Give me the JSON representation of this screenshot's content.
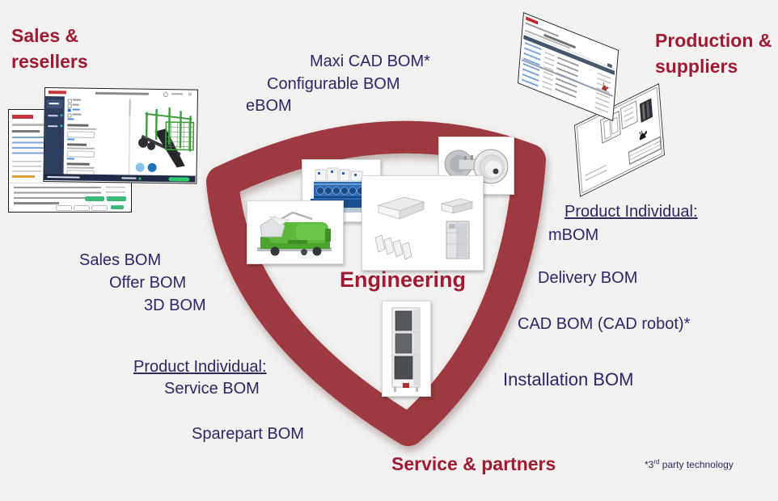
{
  "slide": {
    "headings": {
      "sales": [
        "Sales &",
        "resellers"
      ],
      "production": [
        "Production &",
        "suppliers"
      ],
      "engineering": "Engineering",
      "service": "Service & partners"
    },
    "labels": {
      "maxi_cad_bom": "Maxi CAD BOM*",
      "configurable_bom": "Configurable BOM",
      "ebom": "eBOM",
      "sales_bom": "Sales BOM",
      "offer_bom": "Offer BOM",
      "bom_3d": "3D BOM",
      "product_individual_left": "Product Individual:",
      "service_bom": "Service BOM",
      "sparepart_bom": "Sparepart BOM",
      "product_individual_right": "Product Individual:",
      "mbom": "mBOM",
      "delivery_bom": "Delivery BOM",
      "cad_bom_robot": "CAD BOM (CAD robot)*",
      "installation_bom": "Installation BOM"
    },
    "footnote": {
      "star": "*3",
      "sup": "rd",
      "rest": " party technology"
    },
    "colors": {
      "background": "#f2f1ef",
      "heading_red": "#9e1b32",
      "ring_red": "#9d3a3f",
      "label_navy": "#2a2866"
    },
    "icons": {
      "production_screen_logo": "red-logo-icon",
      "sales_window_logo": "red-logo-icon",
      "front_screen_robot": "robot-icon",
      "drawing_robot": "robot-icon"
    }
  }
}
